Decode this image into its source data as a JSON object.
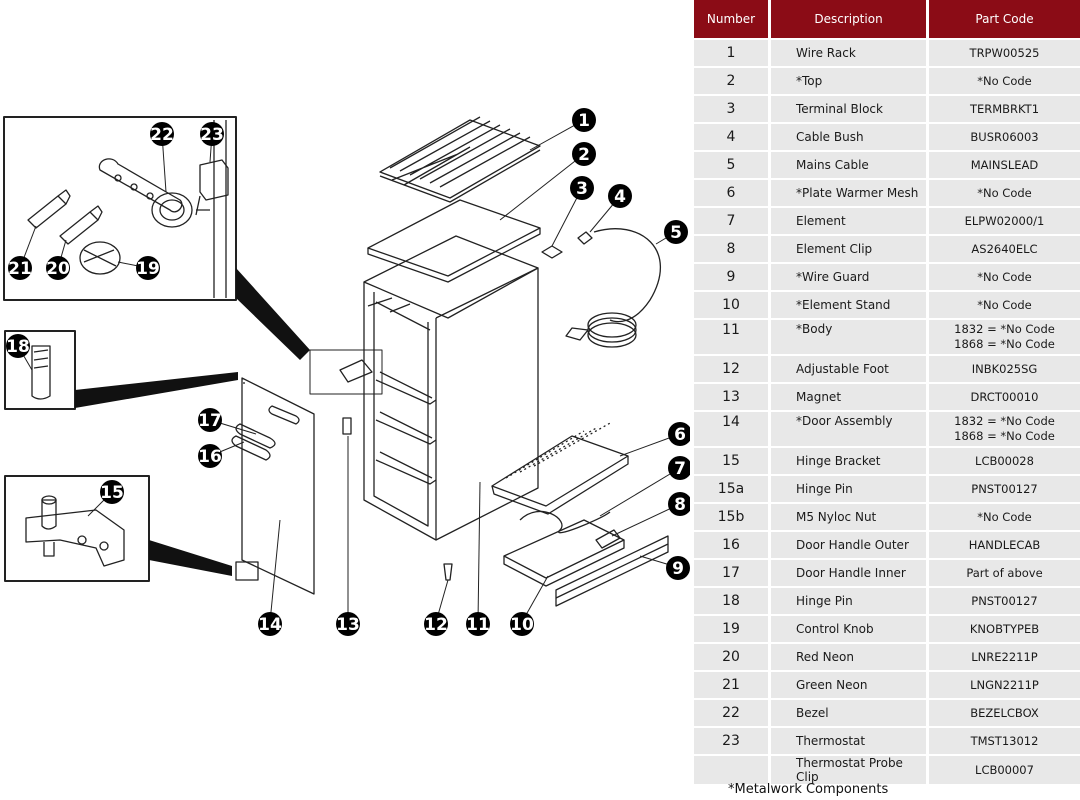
{
  "table": {
    "headers": {
      "number": "Number",
      "description": "Description",
      "code": "Part Code"
    },
    "rows": [
      {
        "number": "1",
        "description": "Wire Rack",
        "code": [
          "TRPW00525"
        ]
      },
      {
        "number": "2",
        "description": "*Top",
        "code": [
          "*No Code"
        ]
      },
      {
        "number": "3",
        "description": "Terminal Block",
        "code": [
          "TERMBRKT1"
        ]
      },
      {
        "number": "4",
        "description": "Cable Bush",
        "code": [
          "BUSR06003"
        ]
      },
      {
        "number": "5",
        "description": "Mains Cable",
        "code": [
          "MAINSLEAD"
        ]
      },
      {
        "number": "6",
        "description": "*Plate Warmer Mesh",
        "code": [
          "*No Code"
        ]
      },
      {
        "number": "7",
        "description": "Element",
        "code": [
          "ELPW02000/1"
        ]
      },
      {
        "number": "8",
        "description": "Element Clip",
        "code": [
          "AS2640ELC"
        ]
      },
      {
        "number": "9",
        "description": "*Wire Guard",
        "code": [
          "*No Code"
        ]
      },
      {
        "number": "10",
        "description": "*Element Stand",
        "code": [
          "*No Code"
        ]
      },
      {
        "number": "11",
        "description": "*Body",
        "code": [
          "1832 = *No Code",
          "1868 = *No Code"
        ]
      },
      {
        "number": "12",
        "description": "Adjustable Foot",
        "code": [
          "INBK025SG"
        ]
      },
      {
        "number": "13",
        "description": "Magnet",
        "code": [
          "DRCT00010"
        ]
      },
      {
        "number": "14",
        "description": "*Door Assembly",
        "code": [
          "1832 = *No Code",
          "1868 = *No Code"
        ]
      },
      {
        "number": "15",
        "description": "Hinge Bracket",
        "code": [
          "LCB00028"
        ]
      },
      {
        "number": "15a",
        "description": "Hinge Pin",
        "code": [
          "PNST00127"
        ]
      },
      {
        "number": "15b",
        "description": "M5 Nyloc Nut",
        "code": [
          "*No Code"
        ]
      },
      {
        "number": "16",
        "description": "Door Handle Outer",
        "code": [
          "HANDLECAB"
        ]
      },
      {
        "number": "17",
        "description": "Door Handle Inner",
        "code": [
          "Part of above"
        ]
      },
      {
        "number": "18",
        "description": "Hinge Pin",
        "code": [
          "PNST00127"
        ]
      },
      {
        "number": "19",
        "description": "Control Knob",
        "code": [
          "KNOBTYPEB"
        ]
      },
      {
        "number": "20",
        "description": "Red Neon",
        "code": [
          "LNRE2211P"
        ]
      },
      {
        "number": "21",
        "description": "Green Neon",
        "code": [
          "LNGN2211P"
        ]
      },
      {
        "number": "22",
        "description": "Bezel",
        "code": [
          "BEZELCBOX"
        ]
      },
      {
        "number": "23",
        "description": "Thermostat",
        "code": [
          "TMST13012"
        ]
      },
      {
        "number": "",
        "description": "Thermostat Probe Clip",
        "code": [
          "LCB00007"
        ]
      }
    ]
  },
  "footnote": "*Metalwork Components",
  "diagram": {
    "callouts": [
      {
        "id": "1",
        "label": "1"
      },
      {
        "id": "2",
        "label": "2"
      },
      {
        "id": "3",
        "label": "3"
      },
      {
        "id": "4",
        "label": "4"
      },
      {
        "id": "5",
        "label": "5"
      },
      {
        "id": "6",
        "label": "6"
      },
      {
        "id": "7",
        "label": "7"
      },
      {
        "id": "8",
        "label": "8"
      },
      {
        "id": "9",
        "label": "9"
      },
      {
        "id": "10",
        "label": "10"
      },
      {
        "id": "11",
        "label": "11"
      },
      {
        "id": "12",
        "label": "12"
      },
      {
        "id": "13",
        "label": "13"
      },
      {
        "id": "14",
        "label": "14"
      },
      {
        "id": "15",
        "label": "15"
      },
      {
        "id": "16",
        "label": "16"
      },
      {
        "id": "17",
        "label": "17"
      },
      {
        "id": "18",
        "label": "18"
      },
      {
        "id": "19",
        "label": "19"
      },
      {
        "id": "20",
        "label": "20"
      },
      {
        "id": "21",
        "label": "21"
      },
      {
        "id": "22",
        "label": "22"
      },
      {
        "id": "23",
        "label": "23"
      }
    ]
  },
  "colors": {
    "header_bg": "#8b0c16",
    "row_bg": "#e8e8e8",
    "callout": "#000000"
  }
}
